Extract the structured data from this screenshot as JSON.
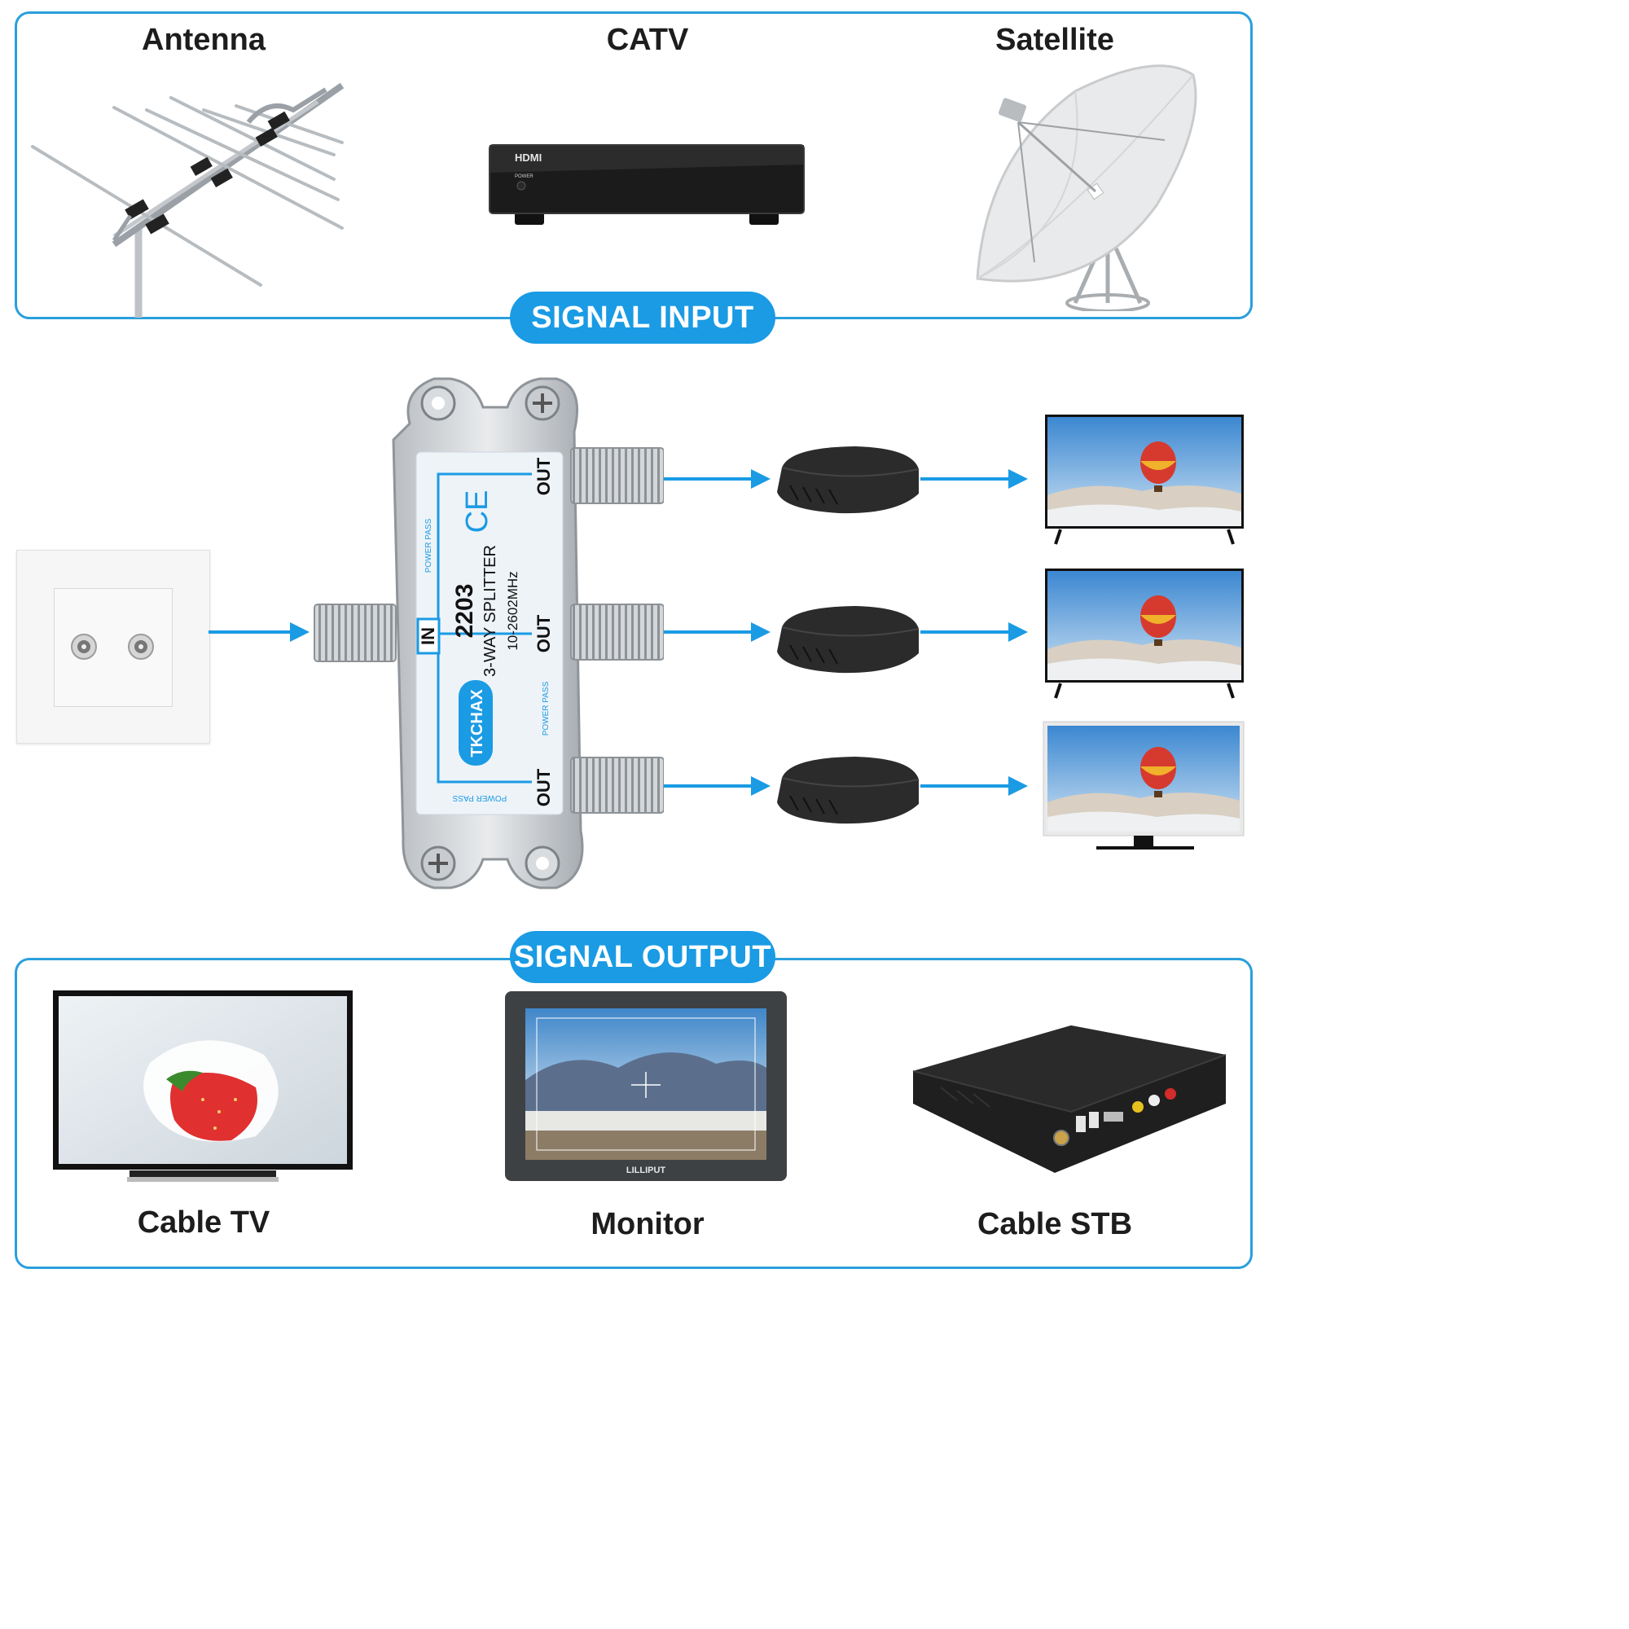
{
  "input": {
    "badge": "SIGNAL INPUT",
    "devices": [
      {
        "label": "Antenna",
        "icon": "antenna-icon"
      },
      {
        "label": "CATV",
        "icon": "catv-box-icon"
      },
      {
        "label": "Satellite",
        "icon": "satellite-dish-icon"
      }
    ],
    "catv_brand": "HDMI",
    "catv_power": "POWER"
  },
  "splitter": {
    "in_label": "IN",
    "model": "2203",
    "type": "3-WAY SPLITTER",
    "freq": "10-2602MHz",
    "brand": "TKCHAX",
    "ce": "CE",
    "out_label": "OUT",
    "power_pass": "POWER PASS"
  },
  "output": {
    "badge": "SIGNAL OUTPUT",
    "devices": [
      {
        "label": "Cable TV",
        "icon": "tv-icon"
      },
      {
        "label": "Monitor",
        "icon": "monitor-icon"
      },
      {
        "label": "Cable STB",
        "icon": "set-top-box-icon"
      }
    ],
    "monitor_brand": "LILLIPUT"
  },
  "colors": {
    "accent": "#1a9be4",
    "frame": "#2a9fdc",
    "arrow": "#1a9be4"
  }
}
